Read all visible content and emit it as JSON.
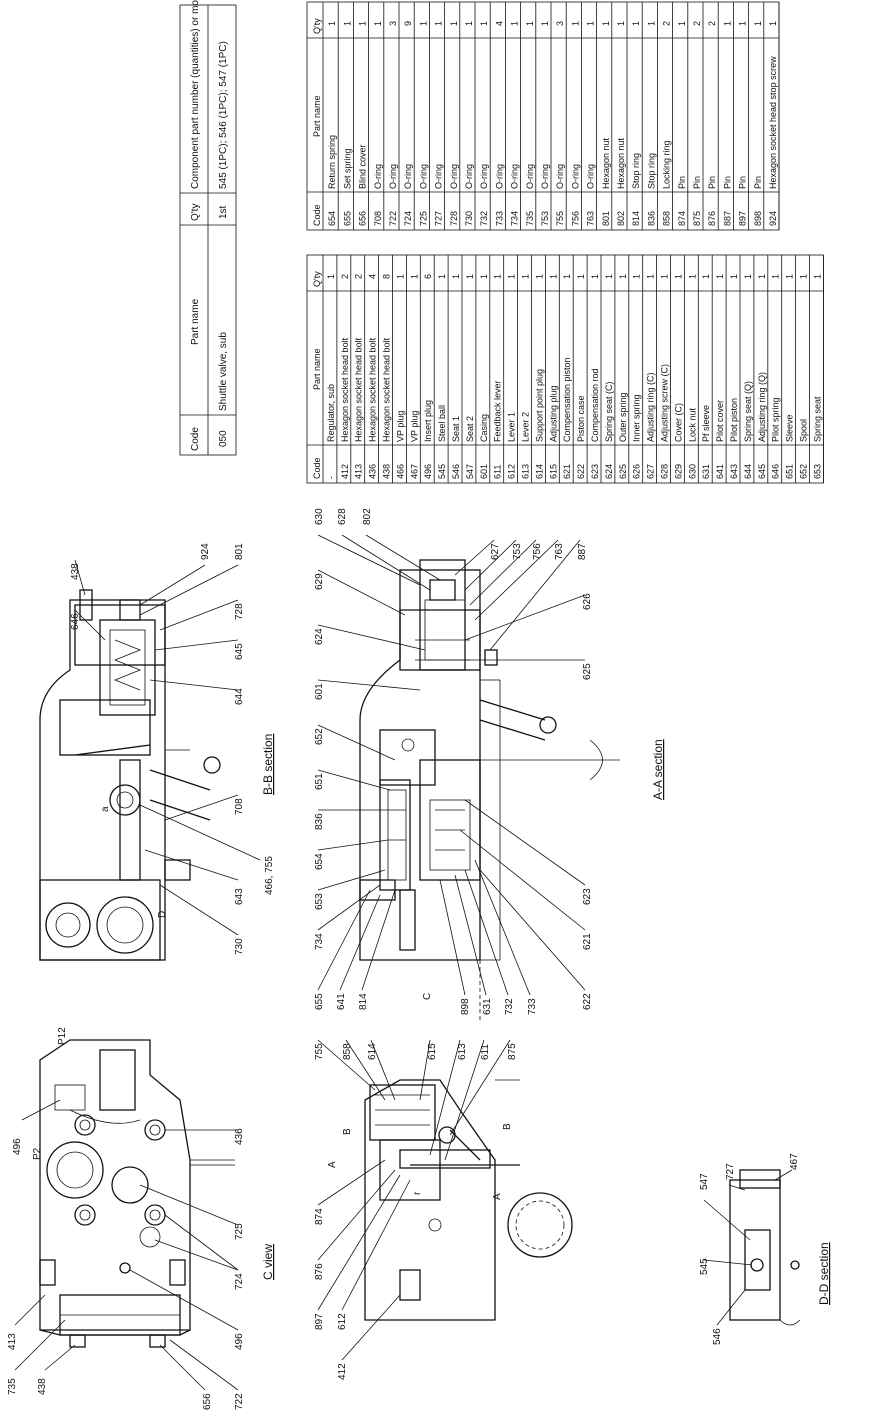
{
  "title_blocks": {
    "cview": "C view",
    "bb": "B-B section",
    "aa": "A-A section",
    "dd": "D-D section"
  },
  "table_header": {
    "code": "Code",
    "name": "Part name",
    "qty": "Q'ty"
  },
  "shuttle_table": {
    "headers": [
      "Code",
      "Part name",
      "Q'ty",
      "Component part number (quantities) or model"
    ],
    "row": [
      "050",
      "Shuttle valve, sub",
      "1st",
      "545 (1PC); 546 (1PC); 547 (1PC)"
    ]
  },
  "parts_left": [
    [
      "-",
      "Regulator, sub",
      "1"
    ],
    [
      "412",
      "Hexagon socket head bolt",
      "2"
    ],
    [
      "413",
      "Hexagon socket head bolt",
      "2"
    ],
    [
      "436",
      "Hexagon socket head bolt",
      "4"
    ],
    [
      "438",
      "Hexagon socket head bolt",
      "8"
    ],
    [
      "466",
      "VP plug",
      "1"
    ],
    [
      "467",
      "VP plug",
      "1"
    ],
    [
      "496",
      "Insert plug",
      "6"
    ],
    [
      "545",
      "Steel ball",
      "1"
    ],
    [
      "546",
      "Seat 1",
      "1"
    ],
    [
      "547",
      "Seat 2",
      "1"
    ],
    [
      "601",
      "Casing",
      "1"
    ],
    [
      "611",
      "Feedback lever",
      "1"
    ],
    [
      "612",
      "Lever 1",
      "1"
    ],
    [
      "613",
      "Lever 2",
      "1"
    ],
    [
      "614",
      "Support point plug",
      "1"
    ],
    [
      "615",
      "Adjusting plug",
      "1"
    ],
    [
      "621",
      "Compensation piston",
      "1"
    ],
    [
      "622",
      "Piston case",
      "1"
    ],
    [
      "623",
      "Compensation rod",
      "1"
    ],
    [
      "624",
      "Spring seat (C)",
      "1"
    ],
    [
      "625",
      "Outer spring",
      "1"
    ],
    [
      "626",
      "Inner spring",
      "1"
    ],
    [
      "627",
      "Adjusting ring (C)",
      "1"
    ],
    [
      "628",
      "Adjusting screw (C)",
      "1"
    ],
    [
      "629",
      "Cover (C)",
      "1"
    ],
    [
      "630",
      "Lock nut",
      "1"
    ],
    [
      "631",
      "Pf sleeve",
      "1"
    ],
    [
      "641",
      "Pilot cover",
      "1"
    ],
    [
      "643",
      "Pilot piston",
      "1"
    ],
    [
      "644",
      "Spring seat (Q)",
      "1"
    ],
    [
      "645",
      "Adjusting ring (Q)",
      "1"
    ],
    [
      "646",
      "Pilot spring",
      "1"
    ],
    [
      "651",
      "Sleeve",
      "1"
    ],
    [
      "652",
      "Spool",
      "1"
    ],
    [
      "653",
      "Spring seat",
      "1"
    ]
  ],
  "parts_right": [
    [
      "654",
      "Return spring",
      "1"
    ],
    [
      "655",
      "Set spring",
      "1"
    ],
    [
      "656",
      "Blind cover",
      "1"
    ],
    [
      "708",
      "O-ring",
      "1"
    ],
    [
      "722",
      "O-ring",
      "3"
    ],
    [
      "724",
      "O-ring",
      "9"
    ],
    [
      "725",
      "O-ring",
      "1"
    ],
    [
      "727",
      "O-ring",
      "1"
    ],
    [
      "728",
      "O-ring",
      "1"
    ],
    [
      "730",
      "O-ring",
      "1"
    ],
    [
      "732",
      "O-ring",
      "1"
    ],
    [
      "733",
      "O-ring",
      "4"
    ],
    [
      "734",
      "O-ring",
      "1"
    ],
    [
      "735",
      "O-ring",
      "1"
    ],
    [
      "753",
      "O-ring",
      "1"
    ],
    [
      "755",
      "O-ring",
      "3"
    ],
    [
      "756",
      "O-ring",
      "1"
    ],
    [
      "763",
      "O-ring",
      "1"
    ],
    [
      "801",
      "Hexagon nut",
      "1"
    ],
    [
      "802",
      "Hexagon nut",
      "1"
    ],
    [
      "814",
      "Stop ring",
      "1"
    ],
    [
      "836",
      "Stop ring",
      "1"
    ],
    [
      "858",
      "Locking ring",
      "2"
    ],
    [
      "874",
      "Pin",
      "1"
    ],
    [
      "875",
      "Pin",
      "2"
    ],
    [
      "876",
      "Pin",
      "2"
    ],
    [
      "887",
      "Pin",
      "1"
    ],
    [
      "897",
      "Pin",
      "1"
    ],
    [
      "898",
      "Pin",
      "1"
    ],
    [
      "924",
      "Hexagon socket head stop screw",
      "1"
    ]
  ],
  "callouts": {
    "cview": [
      "496",
      "P2",
      "P12",
      "436",
      "725",
      "724",
      "496",
      "722",
      "656",
      "438",
      "735",
      "413"
    ],
    "bb": [
      "438",
      "646",
      "924",
      "801",
      "728",
      "645",
      "644",
      "708",
      "466, 755",
      "643",
      "730",
      "a",
      "D"
    ],
    "aa": [
      "630",
      "628",
      "802",
      "627",
      "753",
      "756",
      "763",
      "887",
      "626",
      "625",
      "629",
      "624",
      "601",
      "652",
      "651",
      "836",
      "654",
      "653",
      "734",
      "655",
      "641",
      "814",
      "898",
      "631",
      "732",
      "733",
      "623",
      "621",
      "622",
      "C"
    ],
    "lever": [
      "755",
      "858",
      "614",
      "615",
      "613",
      "611",
      "875",
      "A",
      "B",
      "874",
      "876",
      "897",
      "612",
      "412",
      "A",
      "B",
      "r"
    ],
    "dd": [
      "547",
      "727",
      "467",
      "545",
      "546"
    ]
  }
}
